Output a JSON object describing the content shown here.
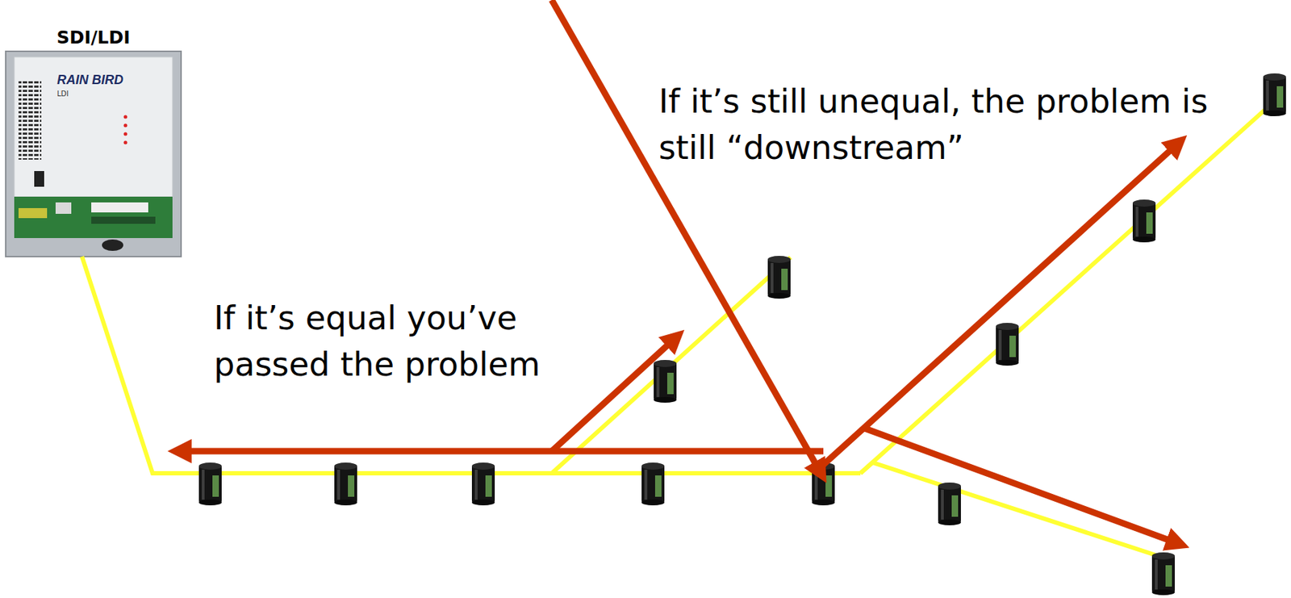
{
  "diagram": {
    "nodes": [
      {
        "text": [
          "SDI/LDI"
        ]
      }
    ],
    "labels": [
      "If it’s equal you’ve passed the problem",
      "If it’s still unequal, the problem is still “downstream”",
      "RAIN BIRD",
      "LDI"
    ]
  }
}
